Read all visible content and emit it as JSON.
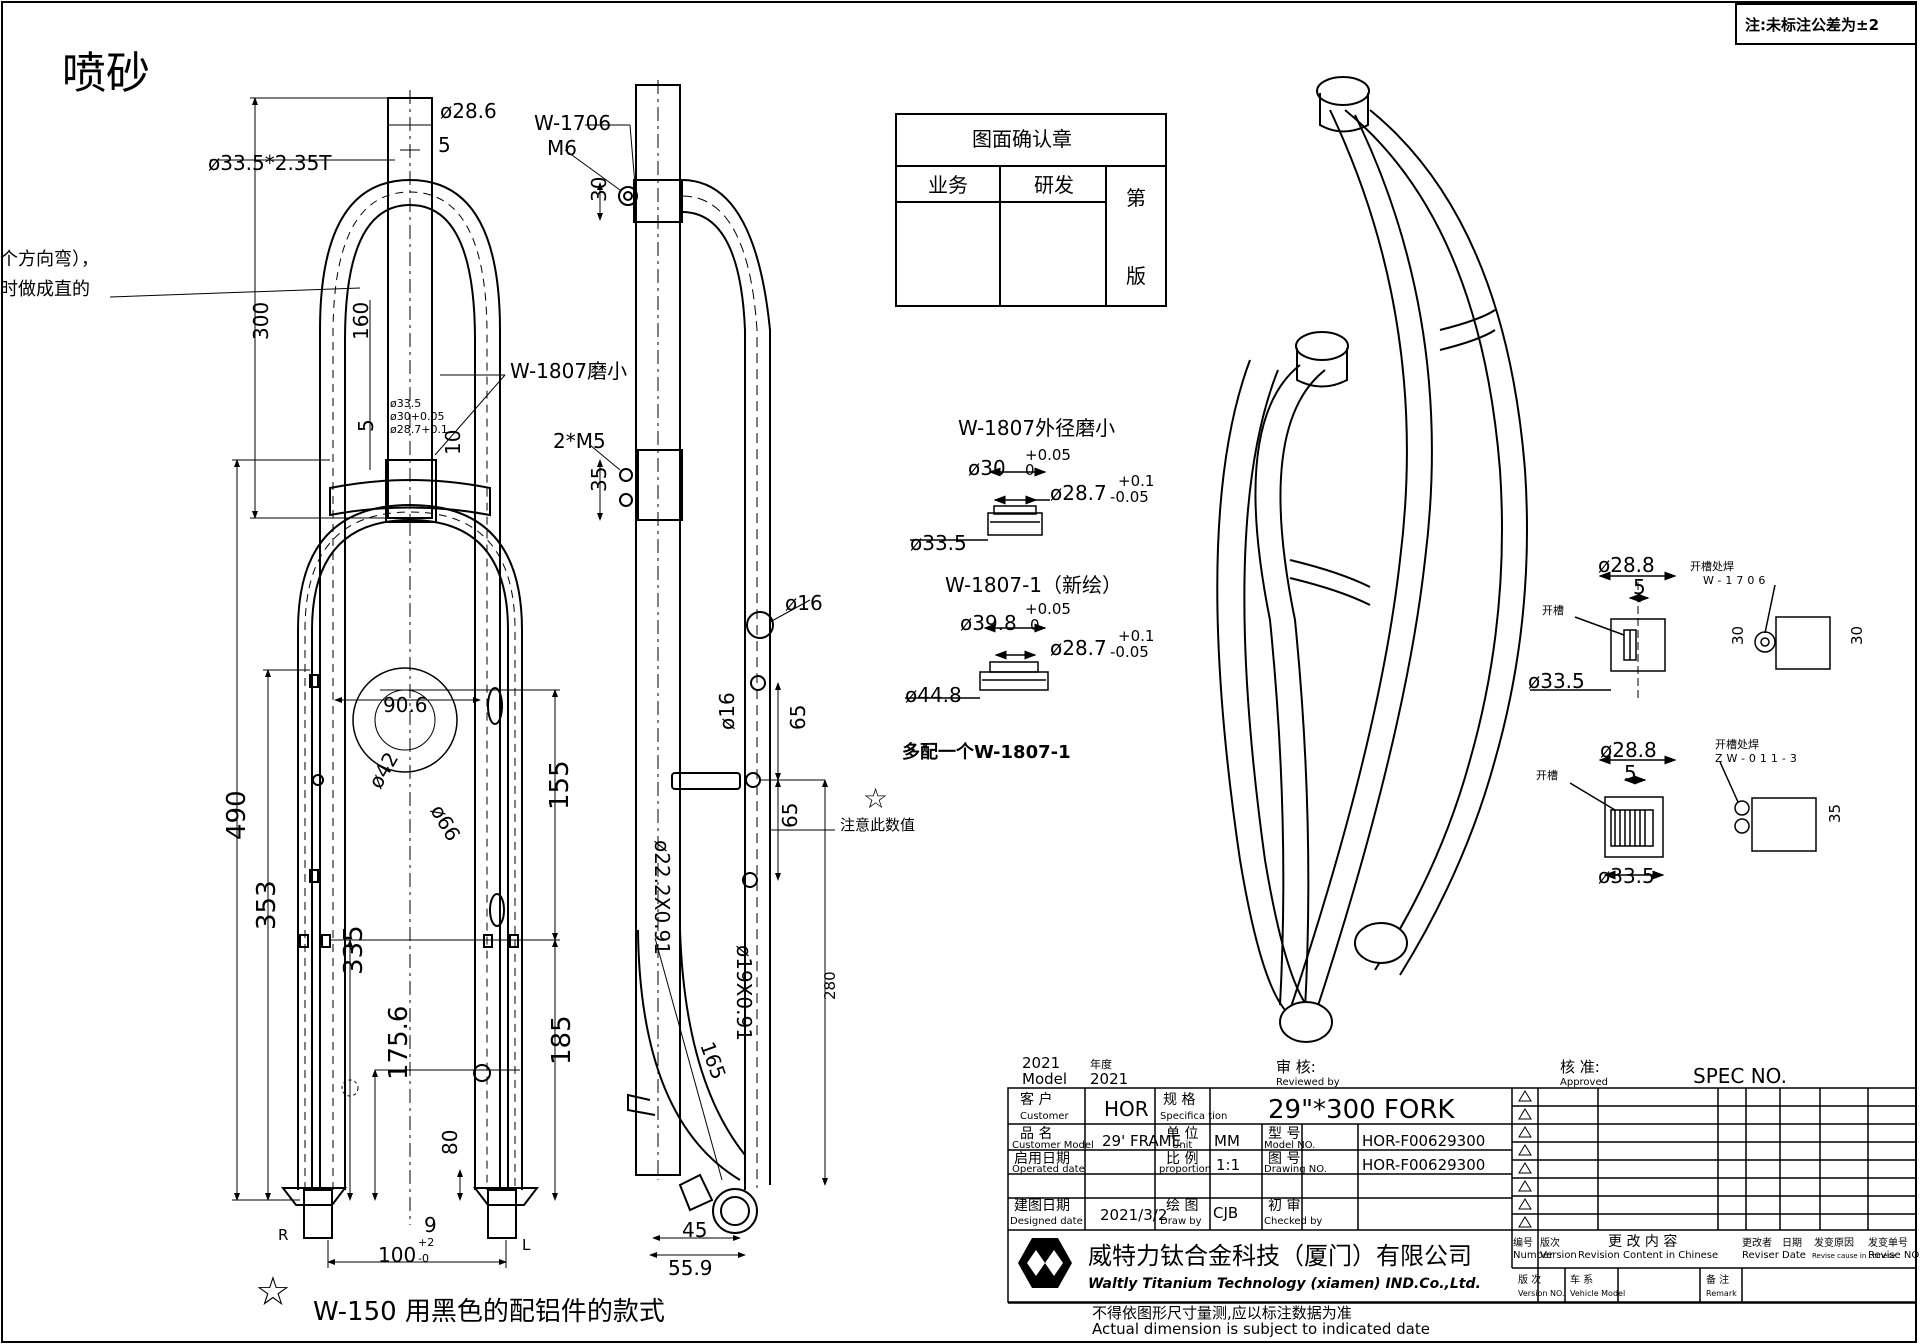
{
  "header": {
    "finish_label": "喷砂",
    "tolerance_note": "注:未标注公差为±2"
  },
  "side_note": {
    "line1": "个方向弯），",
    "line2": "时做成直的"
  },
  "front_view": {
    "d_28_6": "ø28.6",
    "tube_spec": "ø33.5*2.35T",
    "dim_5_top": "5",
    "dim_300": "300",
    "dim_160": "160",
    "dim_5_mid": "5",
    "dim_10": "10",
    "crown_spec_1": "ø33.5",
    "crown_spec_2": "ø30+0.05",
    "crown_spec_3": "ø28.7+0.1",
    "w1807_callout": "W-1807磨小",
    "d_90_6": "90.6",
    "d_42": "ø42",
    "d_66": "ø66",
    "dim_490": "490",
    "dim_353": "353",
    "dim_335": "335",
    "dim_155": "155",
    "dim_175_6": "175.6",
    "dim_185": "185",
    "dim_80": "80",
    "dim_9": "9",
    "dim_100": "100+2\n-0",
    "dim_100_main": "100",
    "dim_100_tol": "+2",
    "dim_100_tol_low": "-0",
    "label_r": "R",
    "label_l": "L",
    "star_note": "W-150  用黑色的配铝件的款式"
  },
  "side_view": {
    "w1706": "W-1706",
    "m6": "M6",
    "dim_30": "30",
    "m5": "2*M5",
    "dim_35": "35",
    "d_16a": "ø16",
    "d_16b": "ø16",
    "dim_65a": "65",
    "dim_65b": "65",
    "note_value": "注意此数值",
    "tube_22": "ø22.2X0.91",
    "tube_19": "ø19X0.91",
    "dim_280": "280",
    "dim_165": "165",
    "dim_45": "45",
    "dim_55_9": "55.9"
  },
  "approval": {
    "title": "图面确认章",
    "col_sales": "业务",
    "col_rd": "研发",
    "col_ver_1": "第",
    "col_ver_2": "版"
  },
  "detail_w1807": {
    "title": "W-1807外径磨小",
    "d30": "ø30",
    "d30_tol_up": "+0.05",
    "d30_tol_low": "0",
    "d287": "ø28.7",
    "d287_tol_up": "+0.1",
    "d287_tol_low": "-0.05",
    "d335": "ø33.5"
  },
  "detail_w1807_1": {
    "title": "W-1807-1（新绘）",
    "d398": "ø39.8",
    "d398_tol_up": "+0.05",
    "d398_tol_low": "0",
    "d287": "ø28.7",
    "d287_tol_up": "+0.1",
    "d287_tol_low": "-0.05",
    "d448": "ø44.8",
    "extra_note": "多配一个W-1807-1"
  },
  "clamp_details": {
    "top_d288": "ø28.8",
    "top_5": "5",
    "top_slot": "开槽",
    "top_d335": "ø33.5",
    "top_weld": "开槽处焊",
    "top_part": "W-1706",
    "top_30a": "30",
    "top_30b": "30",
    "bot_d288": "ø28.8",
    "bot_5": "5",
    "bot_slot": "开槽",
    "bot_d335": "ø33.5",
    "bot_weld": "开槽处焊",
    "bot_part": "ZW-011-3",
    "bot_35": "35"
  },
  "title_block": {
    "year_label_1": "2021",
    "year_label_2": "年度",
    "model_label": "Model",
    "model_year": "2021",
    "review_cn": "审  核:",
    "review_en": "Reviewed by",
    "approve_cn": "核  准:",
    "approve_en": "Approved",
    "spec_no": "SPEC NO.",
    "customer_cn": "客  户",
    "customer_en": "Customer",
    "customer_val": "HOR",
    "spec_cn": "规  格",
    "spec_en": "Specifica tion",
    "spec_val": "29\"*300  FORK",
    "pname_cn": "品  名",
    "pname_en": "Customer Model",
    "pname_val": "29' FRAME",
    "unit_cn": "单  位",
    "unit_en": "Unit",
    "unit_val": "MM",
    "model_cn": "型  号",
    "model_en": "Model NO.",
    "model_val": "HOR-F00629300",
    "date_cn": "启用日期",
    "date_en": "Operated date",
    "scale_cn": "比  例",
    "scale_en": "proportion",
    "scale_val": "1:1",
    "dwg_cn": "图  号",
    "dwg_en": "Drawing NO.",
    "dwg_val": "HOR-F00629300",
    "designed_cn": "建图日期",
    "designed_en": "Designed date",
    "designed_val": "2021/3/2",
    "draw_cn": "绘  图",
    "draw_en": "Draw by",
    "draw_val": "CJB",
    "check_cn": "初  审",
    "check_en": "Checked by",
    "rev_no_cn": "编号",
    "rev_no_en": "Number",
    "ver_cn": "版次",
    "ver_en": "Version",
    "change_cn": "更 改 内 容",
    "change_en": "Revision Content in Chinese",
    "reviser_cn": "更改者",
    "reviser_en": "Reviser",
    "rdate_cn": "日期",
    "rdate_en": "Date",
    "cause_cn": "发变原因",
    "cause_en": "Revise cause in chinese",
    "rno_cn": "发变单号",
    "rno_en": "Revise NO.",
    "company_cn": "威特力钛合金科技（厦门）有限公司",
    "company_en": "Waltly Titanium Technology (xiamen) IND.Co.,Ltd.",
    "version_cn": "版  次",
    "version_en": "Version NO.",
    "vehicle_cn": "车  系",
    "vehicle_en": "Vehicle Model",
    "remark_cn": "备  注",
    "remark_en": "Remark",
    "footer_cn": "不得依图形尺寸量测,应以标注数据为准",
    "footer_en": "Actual dimension is subject to indicated date"
  }
}
